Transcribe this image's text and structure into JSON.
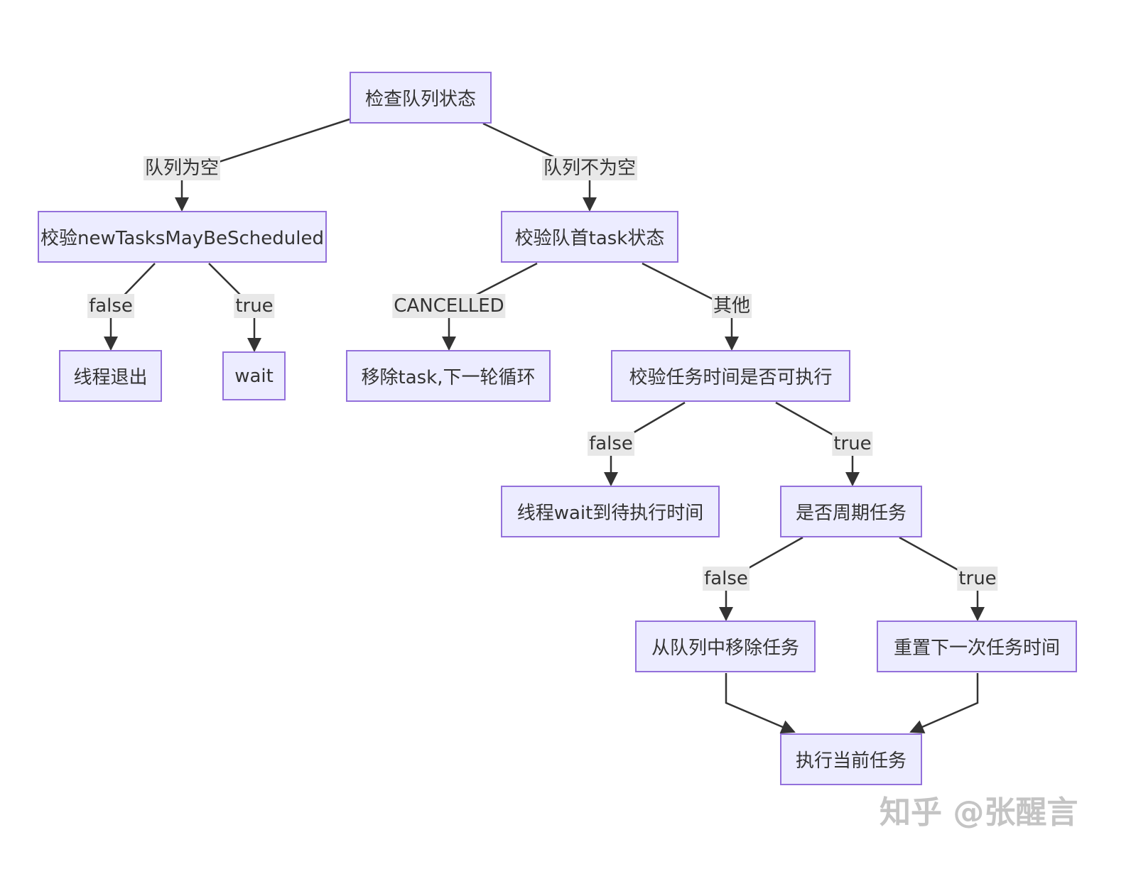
{
  "nodes": {
    "check_queue": "检查队列状态",
    "check_new_tasks": "校验newTasksMayBeScheduled",
    "check_head_task": "校验队首task状态",
    "thread_exit": "线程退出",
    "wait": "wait",
    "remove_task_next": "移除task,下一轮循环",
    "check_time": "校验任务时间是否可执行",
    "wait_until_time": "线程wait到待执行时间",
    "is_periodic": "是否周期任务",
    "remove_from_queue": "从队列中移除任务",
    "reset_next_time": "重置下一次任务时间",
    "execute_task": "执行当前任务"
  },
  "edges": {
    "queue_empty": "队列为空",
    "queue_not_empty": "队列不为空",
    "new_tasks_false": "false",
    "new_tasks_true": "true",
    "cancelled": "CANCELLED",
    "other": "其他",
    "time_false": "false",
    "time_true": "true",
    "periodic_false": "false",
    "periodic_true": "true"
  },
  "watermark": "知乎 @张醒言",
  "colors": {
    "node_fill": "#ECECFF",
    "node_border": "#9370DB",
    "edge": "#333333",
    "label_bg": "#e8e8e8"
  }
}
